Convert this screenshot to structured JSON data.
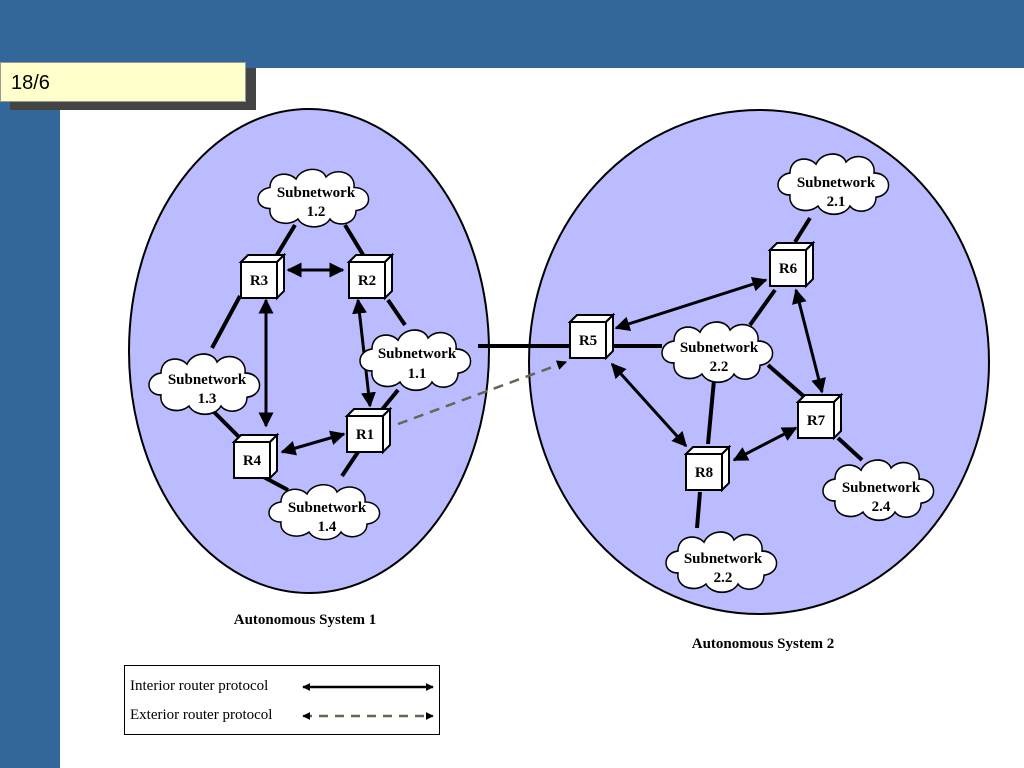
{
  "slide": {
    "number": "18/6"
  },
  "diagram": {
    "as1_label": "Autonomous System 1",
    "as2_label": "Autonomous System 2",
    "routers": [
      "R1",
      "R2",
      "R3",
      "R4",
      "R5",
      "R6",
      "R7",
      "R8"
    ],
    "subnetworks": {
      "s11": {
        "name": "Subnetwork",
        "num": "1.1"
      },
      "s12": {
        "name": "Subnetwork",
        "num": "1.2"
      },
      "s13": {
        "name": "Subnetwork",
        "num": "1.3"
      },
      "s14": {
        "name": "Subnetwork",
        "num": "1.4"
      },
      "s21": {
        "name": "Subnetwork",
        "num": "2.1"
      },
      "s22": {
        "name": "Subnetwork",
        "num": "2.2"
      },
      "s22b": {
        "name": "Subnetwork",
        "num": "2.2"
      },
      "s24": {
        "name": "Subnetwork",
        "num": "2.4"
      }
    },
    "colors": {
      "as_fill": "#bbbbff",
      "frame": "#336699",
      "exterior_line": "#666655"
    }
  },
  "legend": {
    "interior": "Interior router protocol",
    "exterior": "Exterior router protocol"
  }
}
